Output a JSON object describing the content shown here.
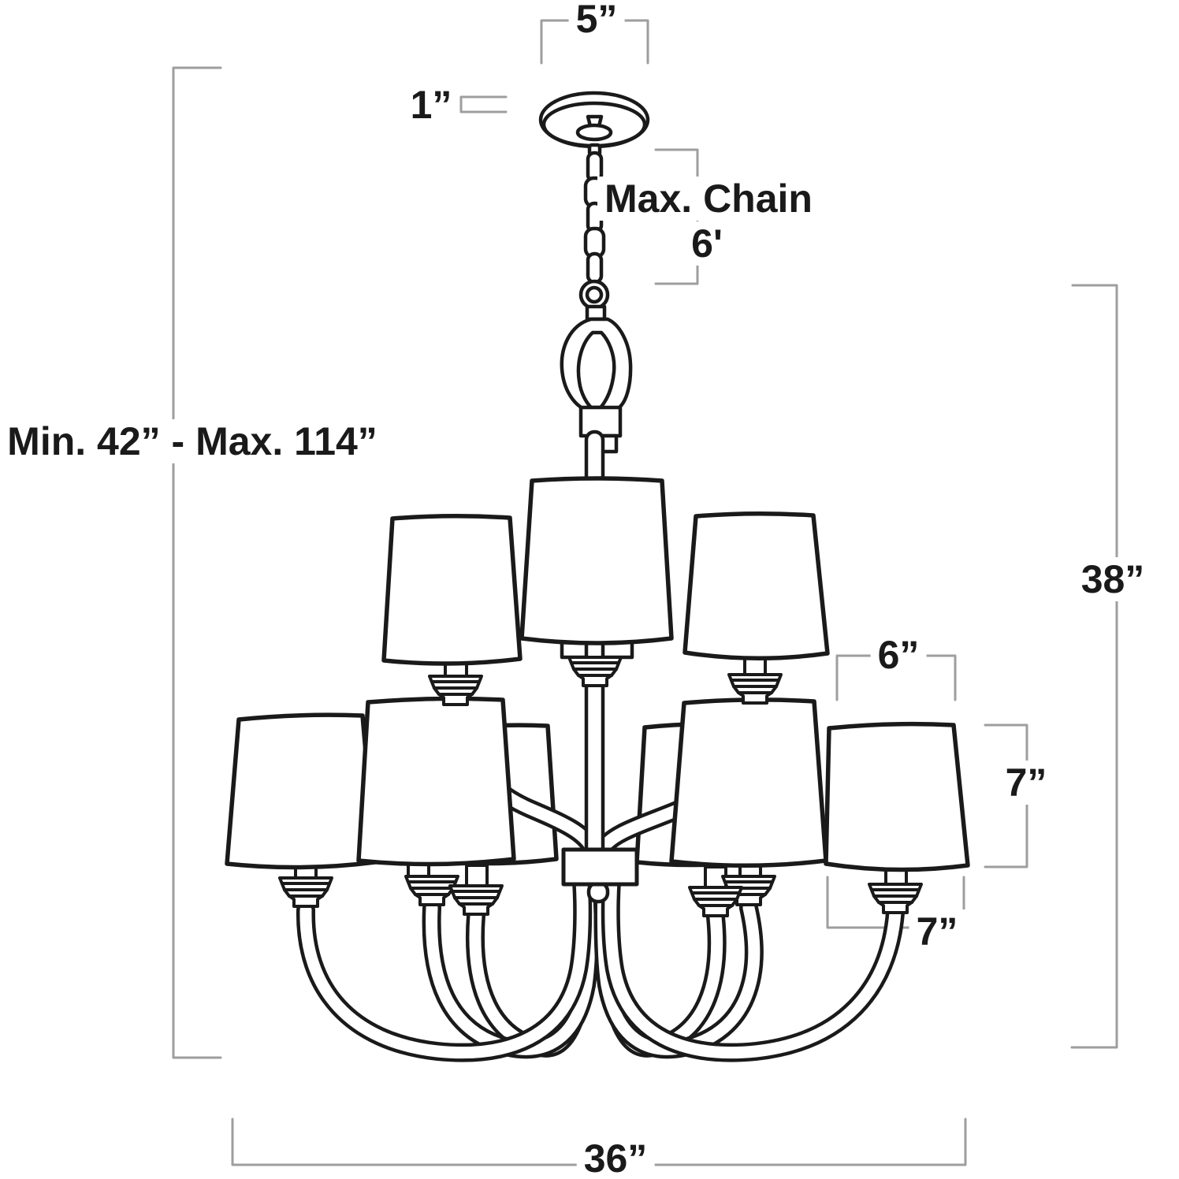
{
  "dimensions": {
    "canopy_width": "5”",
    "canopy_height": "1”",
    "max_chain_label": "Max. Chain",
    "max_chain_value": "6'",
    "hanging_range": "Min. 42” - Max. 114”",
    "fixture_height": "38”",
    "shade_top_width": "6”",
    "shade_height": "7”",
    "shade_bottom_width": "7”",
    "fixture_width": "36”"
  },
  "colors": {
    "line_art": "#1a1a1a",
    "dimension_line": "#9e9e9e",
    "background": "#ffffff",
    "text": "#1a1a1a"
  }
}
